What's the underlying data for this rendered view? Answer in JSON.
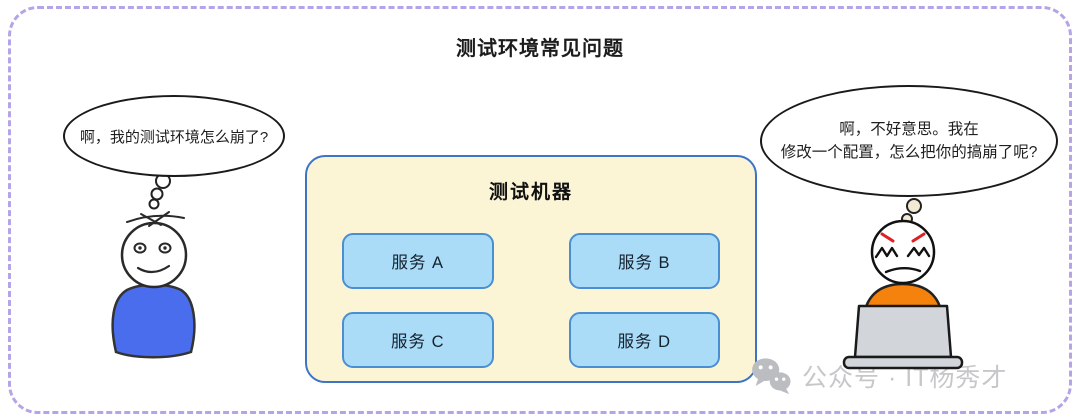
{
  "title": "测试环境常见问题",
  "left_person": {
    "thought": "啊，我的测试环境怎么崩了?"
  },
  "right_person": {
    "thought": "啊，不好意思。我在\n修改一个配置，怎么把你的搞崩了呢?"
  },
  "machine": {
    "title": "测试机器",
    "services": [
      {
        "label": "服务 A"
      },
      {
        "label": "服务 B"
      },
      {
        "label": "服务 C"
      },
      {
        "label": "服务 D"
      }
    ]
  },
  "watermark": {
    "icon": "wechat-icon",
    "text": "公众号 · IT杨秀才"
  },
  "colors": {
    "frame_dashed": "#b5a4e8",
    "machine_bg": "#fbf5d6",
    "machine_border": "#3d74c6",
    "service_bg": "#aadcf8",
    "service_border": "#4a8fd3",
    "left_body": "#4a6ded",
    "right_body": "#f5820c",
    "laptop": "#d2d6da",
    "angry_brow": "#e02020",
    "thought_dot_cream": "#f2ead2",
    "watermark_gray": "#c7c7c9"
  }
}
